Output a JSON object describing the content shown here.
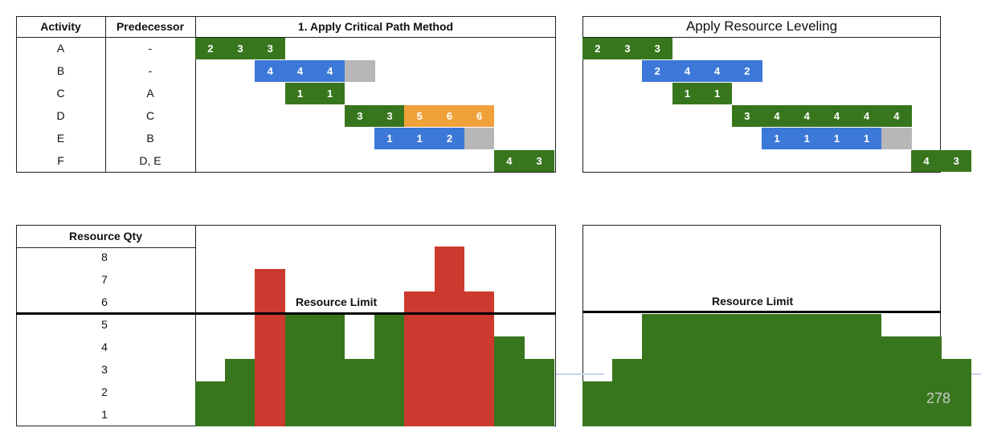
{
  "table": {
    "headers": {
      "activity": "Activity",
      "predecessor": "Predecessor",
      "cpm": "1. Apply Critical Path Method"
    },
    "rows": [
      {
        "activity": "A",
        "predecessor": "-"
      },
      {
        "activity": "B",
        "predecessor": "-"
      },
      {
        "activity": "C",
        "predecessor": "A"
      },
      {
        "activity": "D",
        "predecessor": "C"
      },
      {
        "activity": "E",
        "predecessor": "B"
      },
      {
        "activity": "F",
        "predecessor": "D, E"
      }
    ]
  },
  "leveling": {
    "title": "Apply Resource Leveling"
  },
  "resource": {
    "header": "Resource Qty",
    "quantities": [
      "8",
      "7",
      "6",
      "5",
      "4",
      "3",
      "2",
      "1"
    ],
    "limit_label": "Resource Limit",
    "limit_value": 5.5
  },
  "colors": {
    "green": "#38761d",
    "blue": "#3c78d8",
    "orange": "#f1a13a",
    "gray": "#b7b7b7",
    "red": "#cc3a2f"
  },
  "cpm_bars": [
    {
      "row": 0,
      "start": 0,
      "cells": [
        {
          "v": "2",
          "c": "green"
        },
        {
          "v": "3",
          "c": "green"
        },
        {
          "v": "3",
          "c": "green"
        }
      ]
    },
    {
      "row": 1,
      "start": 2,
      "cells": [
        {
          "v": "4",
          "c": "blue"
        },
        {
          "v": "4",
          "c": "blue"
        },
        {
          "v": "4",
          "c": "blue"
        },
        {
          "v": "",
          "c": "gray"
        }
      ]
    },
    {
      "row": 2,
      "start": 3,
      "cells": [
        {
          "v": "1",
          "c": "green"
        },
        {
          "v": "1",
          "c": "green"
        }
      ]
    },
    {
      "row": 3,
      "start": 5,
      "cells": [
        {
          "v": "3",
          "c": "green"
        },
        {
          "v": "3",
          "c": "green"
        },
        {
          "v": "5",
          "c": "orange"
        },
        {
          "v": "6",
          "c": "orange"
        },
        {
          "v": "6",
          "c": "orange"
        }
      ]
    },
    {
      "row": 4,
      "start": 6,
      "cells": [
        {
          "v": "1",
          "c": "blue"
        },
        {
          "v": "1",
          "c": "blue"
        },
        {
          "v": "2",
          "c": "blue"
        },
        {
          "v": "",
          "c": "gray"
        }
      ]
    },
    {
      "row": 5,
      "start": 10,
      "cells": [
        {
          "v": "4",
          "c": "green"
        },
        {
          "v": "3",
          "c": "green"
        }
      ]
    }
  ],
  "leveling_bars": [
    {
      "row": 0,
      "start": 0,
      "cells": [
        {
          "v": "2",
          "c": "green"
        },
        {
          "v": "3",
          "c": "green"
        },
        {
          "v": "3",
          "c": "green"
        }
      ]
    },
    {
      "row": 1,
      "start": 2,
      "cells": [
        {
          "v": "2",
          "c": "blue"
        },
        {
          "v": "4",
          "c": "blue"
        },
        {
          "v": "4",
          "c": "blue"
        },
        {
          "v": "2",
          "c": "blue"
        }
      ]
    },
    {
      "row": 2,
      "start": 3,
      "cells": [
        {
          "v": "1",
          "c": "green"
        },
        {
          "v": "1",
          "c": "green"
        }
      ]
    },
    {
      "row": 3,
      "start": 5,
      "cells": [
        {
          "v": "3",
          "c": "green"
        },
        {
          "v": "4",
          "c": "green"
        },
        {
          "v": "4",
          "c": "green"
        },
        {
          "v": "4",
          "c": "green"
        },
        {
          "v": "4",
          "c": "green"
        },
        {
          "v": "4",
          "c": "green"
        }
      ]
    },
    {
      "row": 4,
      "start": 6,
      "cells": [
        {
          "v": "1",
          "c": "blue"
        },
        {
          "v": "1",
          "c": "blue"
        },
        {
          "v": "1",
          "c": "blue"
        },
        {
          "v": "1",
          "c": "blue"
        },
        {
          "v": "",
          "c": "gray"
        }
      ]
    },
    {
      "row": 5,
      "start": 11,
      "cells": [
        {
          "v": "4",
          "c": "green"
        },
        {
          "v": "3",
          "c": "green"
        }
      ]
    }
  ],
  "cpm_histogram": [
    {
      "q": 2,
      "c": "green"
    },
    {
      "q": 3,
      "c": "green"
    },
    {
      "q": 7,
      "c": "red"
    },
    {
      "q": 5,
      "c": "green"
    },
    {
      "q": 5,
      "c": "green"
    },
    {
      "q": 3,
      "c": "green"
    },
    {
      "q": 5,
      "c": "green"
    },
    {
      "q": 6,
      "c": "red"
    },
    {
      "q": 8,
      "c": "red"
    },
    {
      "q": 6,
      "c": "red"
    },
    {
      "q": 4,
      "c": "green"
    },
    {
      "q": 3,
      "c": "green"
    }
  ],
  "leveling_histogram": [
    {
      "q": 2,
      "c": "green"
    },
    {
      "q": 3,
      "c": "green"
    },
    {
      "q": 5,
      "c": "green"
    },
    {
      "q": 5,
      "c": "green"
    },
    {
      "q": 5,
      "c": "green"
    },
    {
      "q": 5,
      "c": "green"
    },
    {
      "q": 5,
      "c": "green"
    },
    {
      "q": 5,
      "c": "green"
    },
    {
      "q": 5,
      "c": "green"
    },
    {
      "q": 5,
      "c": "green"
    },
    {
      "q": 4,
      "c": "green"
    },
    {
      "q": 4,
      "c": "green"
    },
    {
      "q": 3,
      "c": "green"
    }
  ],
  "page_number": "278"
}
